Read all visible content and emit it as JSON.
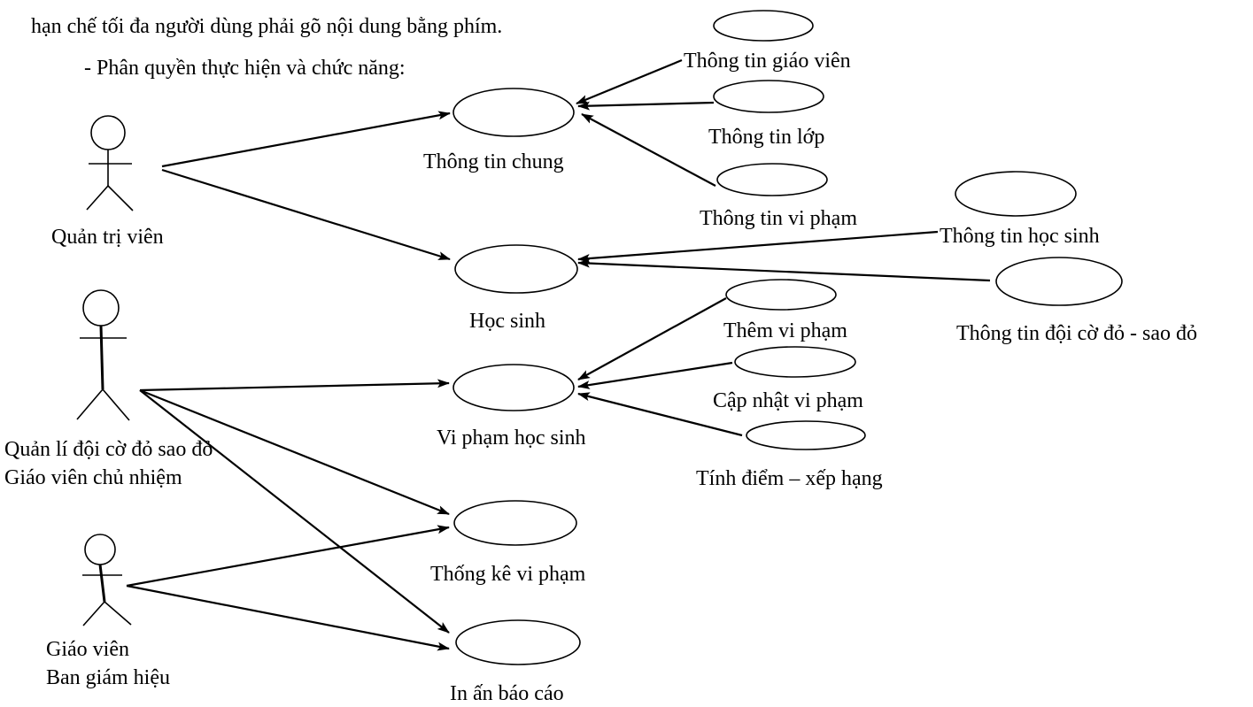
{
  "intro": {
    "line1": "hạn chế tối đa người dùng phải gõ nội dung bằng  phím.",
    "line2": "- Phân quyền thực hiện và chức năng:"
  },
  "actors": {
    "admin": {
      "label": "Quản trị viên"
    },
    "discipline": {
      "label_1": "Quản lí đội cờ đỏ sao đỏ",
      "label_2": "Giáo viên chủ nhiệm"
    },
    "teacher": {
      "label_1": "Giáo viên",
      "label_2": "Ban giám hiệu"
    }
  },
  "use_cases": {
    "general_info": "Thông tin chung",
    "student": "Học sinh",
    "violation": "Vi phạm  học sinh",
    "statistics": "Thống  kê vi phạm",
    "print_report": "In ấn báo cáo",
    "teacher_info": "Thông tin giáo viên",
    "class_info": "Thông tin lớp",
    "violation_info": "Thông  tin vi phạm",
    "student_info": "Thông tin học sinh",
    "red_flag_info": "Thông tin đội cờ đỏ - sao đỏ",
    "add_violation": "Thêm vi phạm",
    "update_violation": "Cập nhật vi phạm",
    "scoring": "Tính điểm – xếp hạng"
  },
  "colors": {
    "stroke": "#000000",
    "background": "#ffffff"
  }
}
